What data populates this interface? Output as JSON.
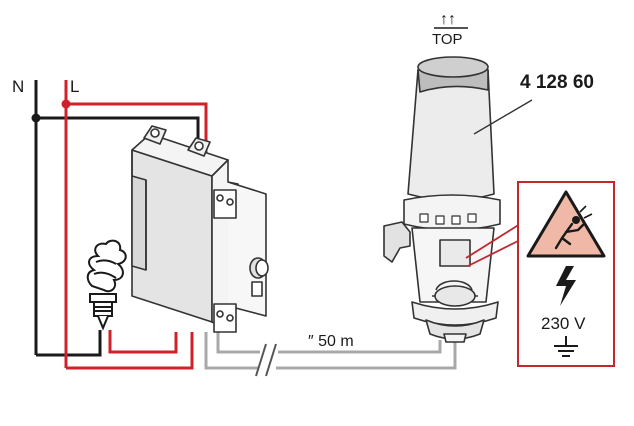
{
  "diagram": {
    "labels": {
      "neutral": "N",
      "live": "L",
      "orientation_arrows": "↑↑",
      "orientation_text": "TOP",
      "product_reference": "4 128 60",
      "cable_length": "″ 50 m",
      "voltage": "230 V"
    },
    "colors": {
      "live_wire": "#d0202a",
      "neutral_wire": "#1a1a1a",
      "sensor_cable": "#a8a8a8",
      "device_body": "#f2f2f2",
      "device_outline": "#333333",
      "warning_frame": "#c0282e",
      "warning_triangle": "#f0b8a6"
    },
    "icons": [
      "lamp-icon",
      "warning-triangle-icon",
      "lightning-icon",
      "ground-icon"
    ]
  }
}
